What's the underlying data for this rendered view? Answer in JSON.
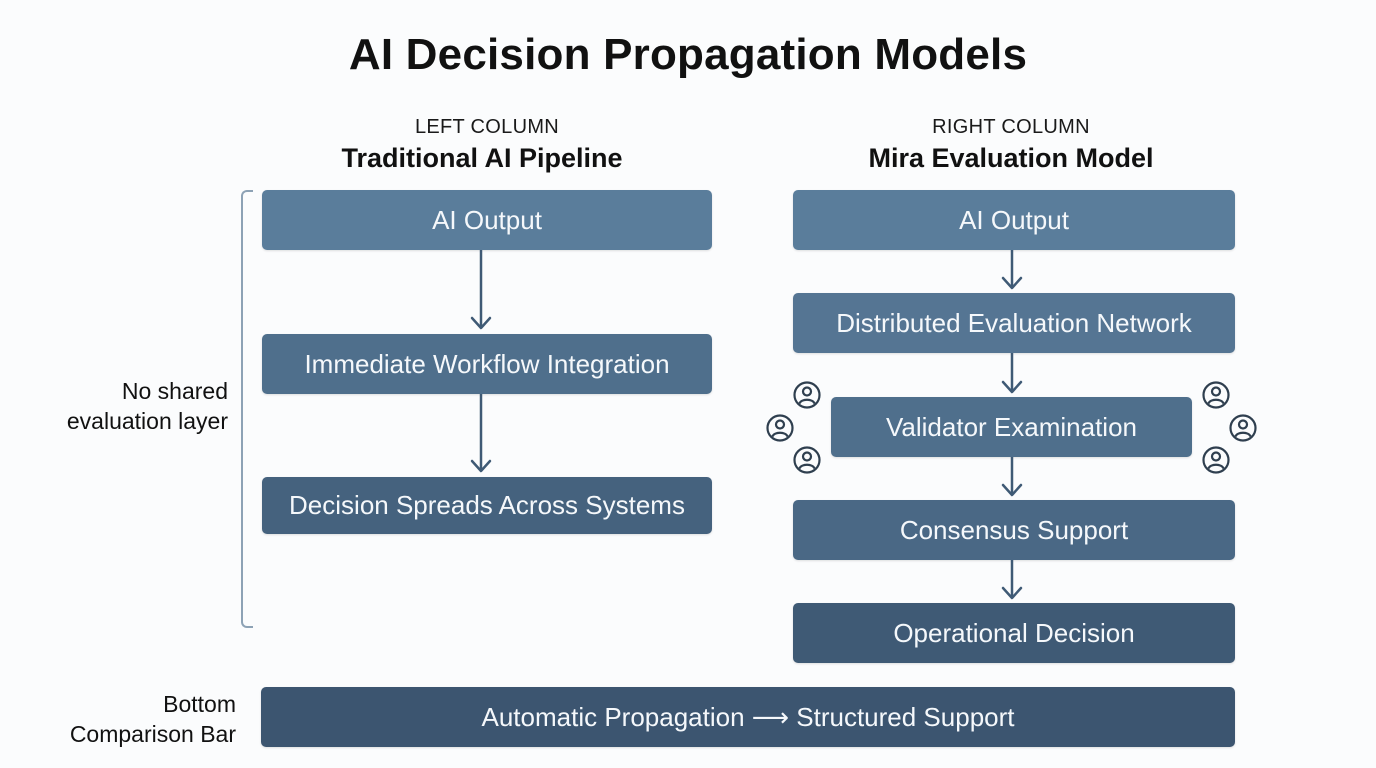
{
  "title": "AI Decision Propagation Models",
  "left_column": {
    "sub_label": "LEFT COLUMN",
    "heading": "Traditional AI Pipeline",
    "steps": [
      "AI Output",
      "Immediate Workflow Integration",
      "Decision Spreads Across Systems"
    ],
    "side_note": [
      "No shared",
      "evaluation layer"
    ]
  },
  "right_column": {
    "sub_label": "RIGHT COLUMN",
    "heading": "Mira Evaluation Model",
    "steps": [
      "AI Output",
      "Distributed Evaluation Network",
      "Validator Examination",
      "Consensus Support",
      "Operational Decision"
    ],
    "validator_icons": [
      "person-icon",
      "person-icon",
      "person-icon",
      "person-icon",
      "person-icon",
      "person-icon"
    ]
  },
  "bottom": {
    "label": [
      "Bottom",
      "Comparison Bar"
    ],
    "bar_text": "Automatic Propagation ⟶ Structured Support"
  },
  "colors": {
    "box_top": "#5a7d9b",
    "box_bottom": "#3c5570",
    "arrow": "#3f5a75",
    "bracket": "#8da2b5",
    "text_on_box": "#f5f8fb"
  }
}
